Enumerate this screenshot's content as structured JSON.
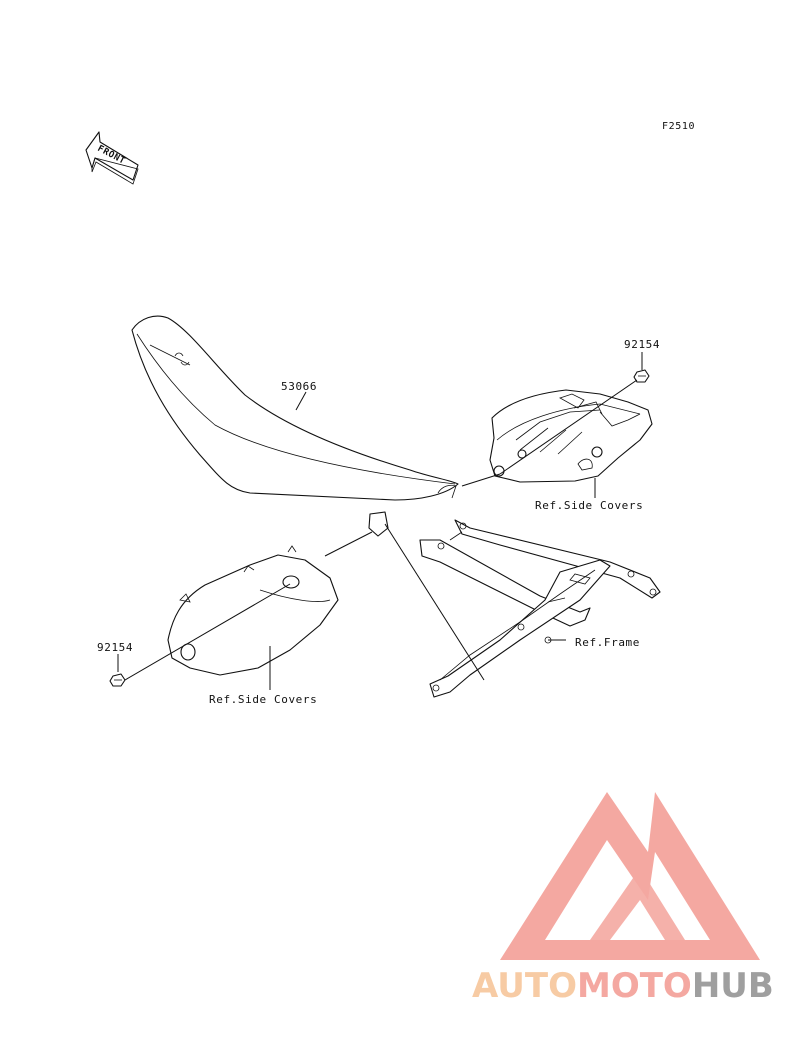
{
  "figure_code": "F2510",
  "front_arrow_label": "FRONT",
  "labels": {
    "seat_part": "53066",
    "bolt_right": "92154",
    "bolt_left": "92154",
    "ref_side_covers_right": "Ref.Side Covers",
    "ref_side_covers_left": "Ref.Side Covers",
    "ref_frame": "Ref.Frame"
  },
  "watermark": {
    "part1": "AUTO",
    "part2": "MOTO",
    "part3": "HUB",
    "colors": {
      "triangle": "#f4a49c",
      "auto": "#f7c9a0",
      "moto": "#f4a49c",
      "hub": "#9a9a9a"
    }
  }
}
